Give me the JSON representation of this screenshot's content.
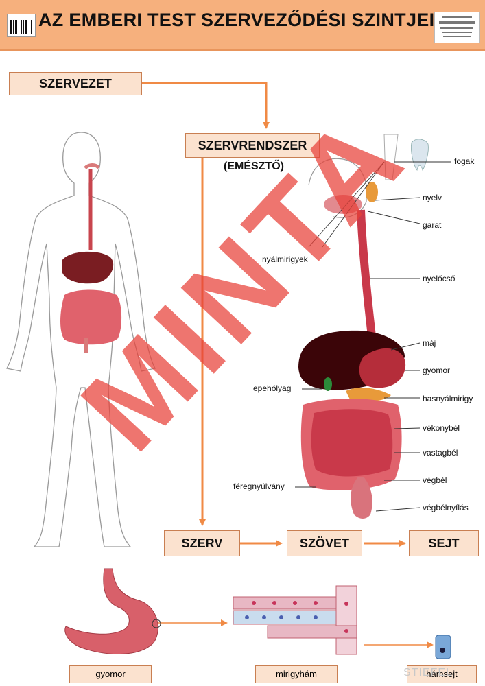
{
  "header": {
    "title": "AZ EMBERI TEST SZERVEZŐDÉSI SZINTJEI"
  },
  "levels": {
    "organism": "SZERVEZET",
    "system": "SZERVRENDSZER",
    "system_sub": "(EMÉSZTŐ)",
    "organ": "SZERV",
    "tissue": "SZÖVET",
    "cell": "SEJT"
  },
  "organ_labels": {
    "teeth": "fogak",
    "tongue": "nyelv",
    "pharynx": "garat",
    "salivary": "nyálmirigyek",
    "esophagus": "nyelőcső",
    "liver": "máj",
    "stomach": "gyomor",
    "gallbladder": "epehólyag",
    "pancreas": "hasnyálmirigy",
    "small_intestine": "vékonybél",
    "large_intestine": "vastagbél",
    "appendix": "féregnyúlvány",
    "rectum": "végbél",
    "anus": "végbélnyílás"
  },
  "examples": {
    "organ": "gyomor",
    "tissue": "mirigyhám",
    "cell": "hámsejt"
  },
  "watermark": "MINTA",
  "brand": "STIEFEL",
  "colors": {
    "header_bg": "#f6b07d",
    "box_bg": "#fbe2cf",
    "arrow": "#f08a45",
    "watermark": "#e84038"
  }
}
